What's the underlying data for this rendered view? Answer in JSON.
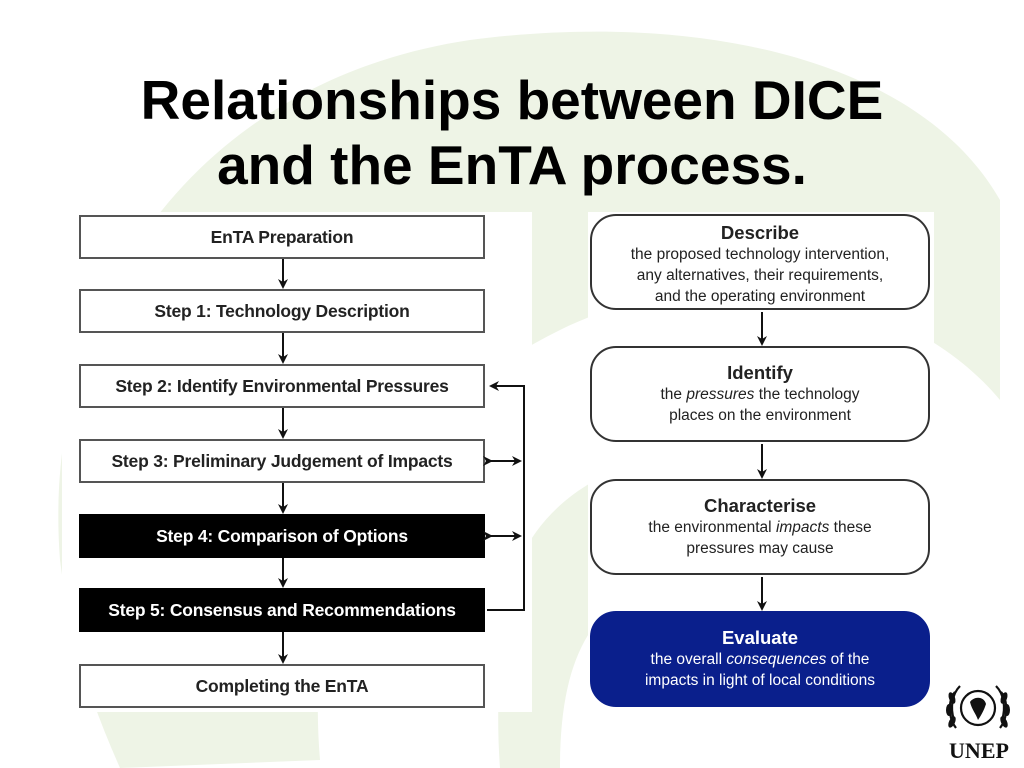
{
  "title": {
    "line1": "Relationships between DICE",
    "line2": "and the EnTA process."
  },
  "enta_steps": [
    "EnTA Preparation",
    "Step 1: Technology Description",
    "Step 2: Identify Environmental Pressures",
    "Step 3: Preliminary Judgement of Impacts",
    "Step 4: Comparison of Options",
    "Step 5: Consensus and Recommendations",
    "Completing the EnTA"
  ],
  "dice": {
    "describe": {
      "heading": "Describe",
      "line1": "the proposed technology intervention,",
      "line2": "any alternatives, their requirements,",
      "line3": "and the operating environment"
    },
    "identify": {
      "heading": "Identify",
      "pre": "the ",
      "em": "pressures",
      "post": " the technology",
      "line2": "places on the environment"
    },
    "characterise": {
      "heading": "Characterise",
      "pre": "the environmental ",
      "em": "impacts",
      "post": " these",
      "line2": "pressures may cause"
    },
    "evaluate": {
      "heading": "Evaluate",
      "pre": "the overall ",
      "em": "consequences",
      "post": " of the",
      "line2": "impacts in light of local conditions"
    }
  },
  "logo": {
    "text": "UNEP"
  },
  "colors": {
    "background_accent": "#eef4e6",
    "dark_box": "#000000",
    "evaluate_box": "#0a1f8c"
  }
}
